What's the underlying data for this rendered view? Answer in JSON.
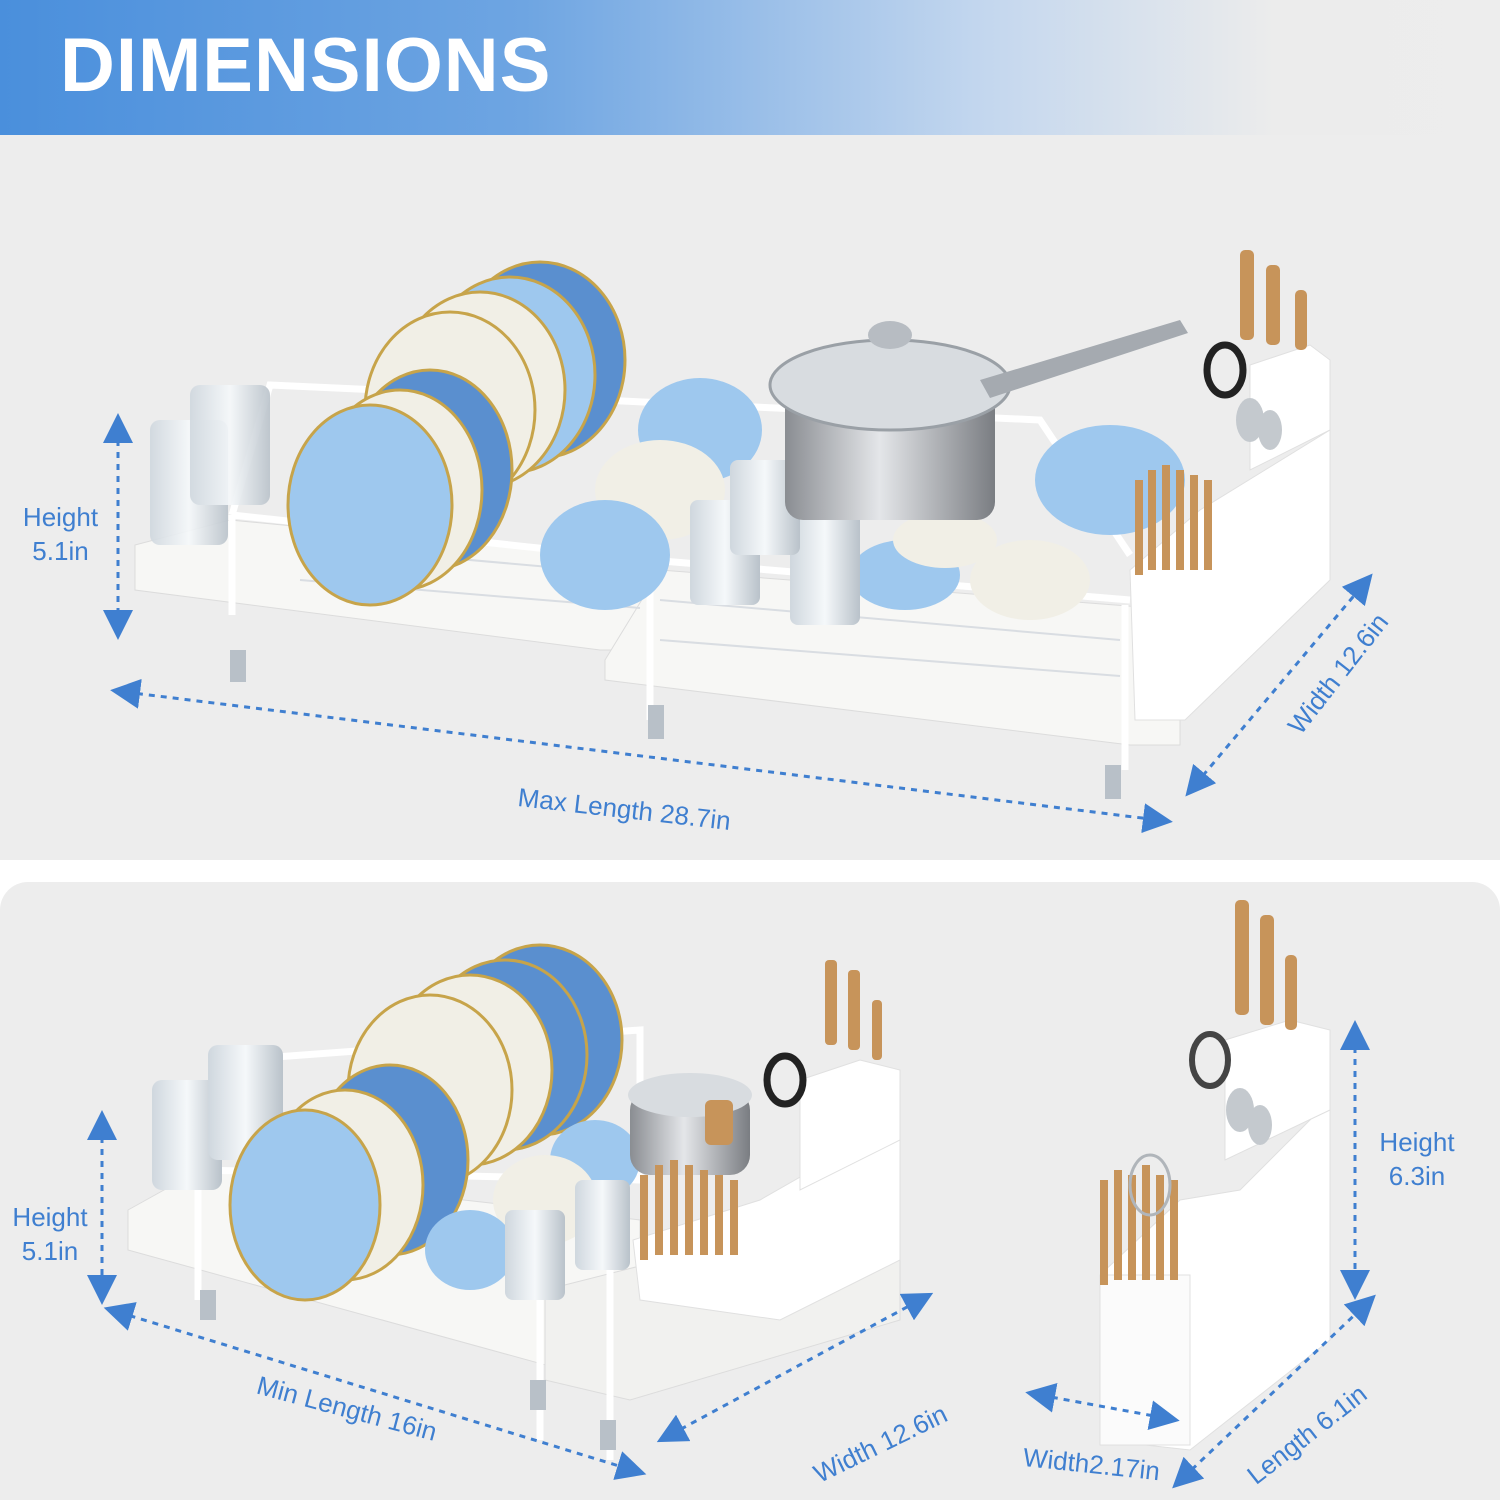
{
  "header": {
    "title": "DIMENSIONS"
  },
  "top": {
    "height_label": "Height",
    "height_value": "5.1in",
    "length_label": "Max Length 28.7in",
    "width_label": "Width 12.6in"
  },
  "bottom_left": {
    "height_label": "Height",
    "height_value": "5.1in",
    "length_label": "Min Length 16in",
    "width_label": "Width 12.6in"
  },
  "bottom_right": {
    "height_label": "Height",
    "height_value": "6.3in",
    "length_label": "Length 6.1in",
    "width_label": "Width2.17in"
  },
  "colors": {
    "accent": "#3f7fd0",
    "banner": "#4a8fdc",
    "panel": "#ededed",
    "plate_blue": "#5a8fcf",
    "plate_light": "#9ec8ee"
  }
}
